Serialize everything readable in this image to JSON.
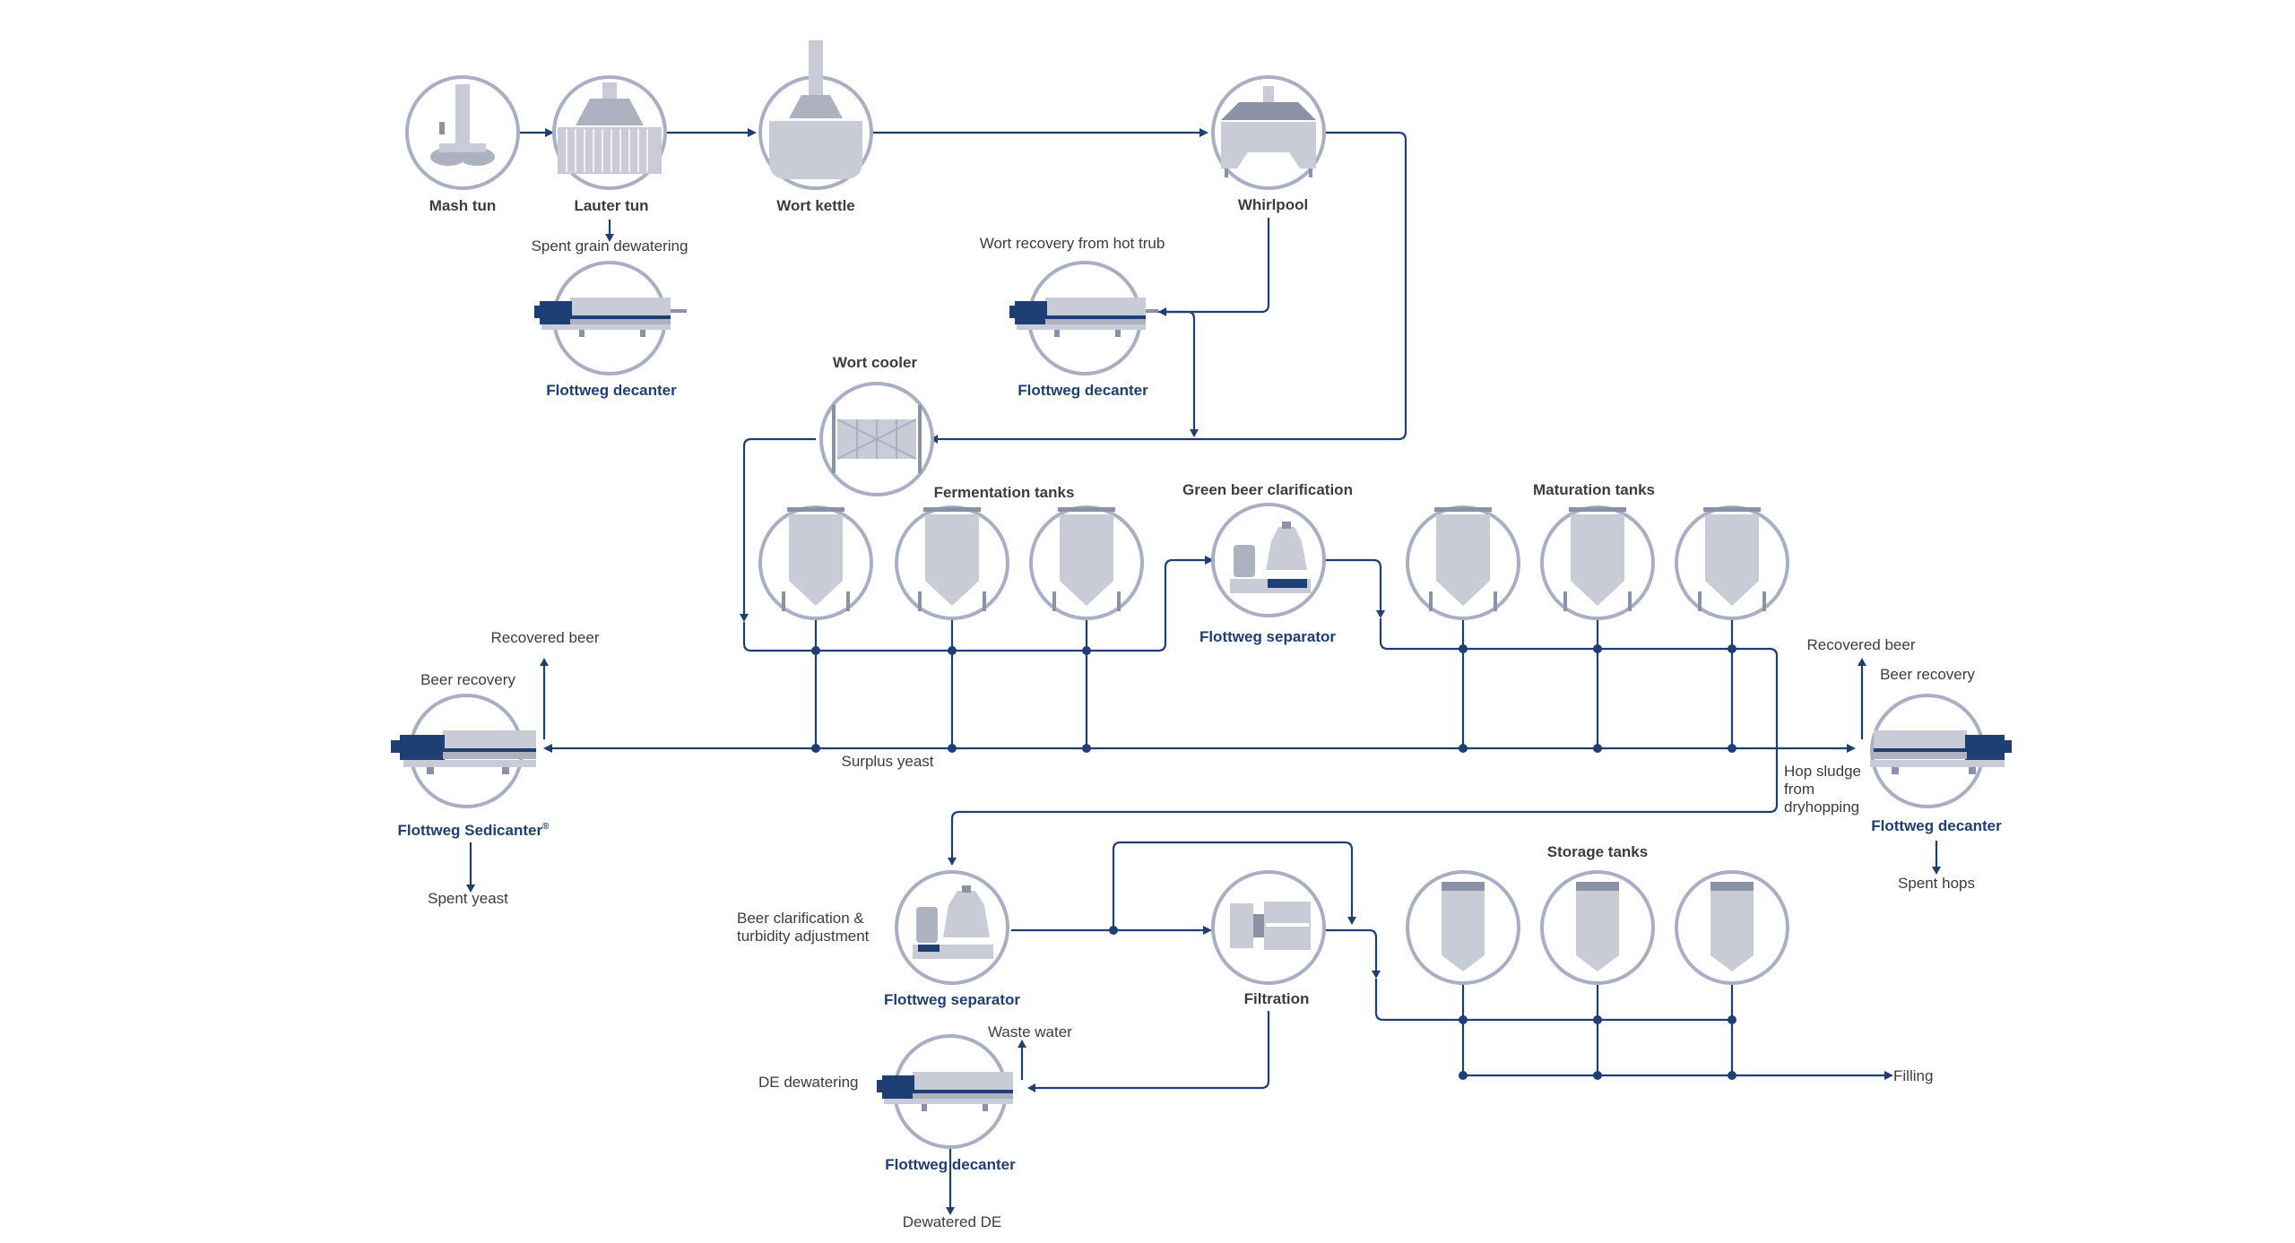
{
  "equipment": {
    "mash_tun": "Mash tun",
    "lauter_tun": "Lauter tun",
    "wort_kettle": "Wort kettle",
    "whirlpool": "Whirlpool",
    "wort_cooler": "Wort cooler",
    "fermentation_tanks": "Fermentation tanks",
    "green_beer_clarification": "Green beer clarification",
    "maturation_tanks": "Maturation tanks",
    "storage_tanks": "Storage tanks",
    "filtration": "Filtration"
  },
  "processes": {
    "spent_grain_dewatering": "Spent grain dewatering",
    "wort_recovery": "Wort recovery from hot trub",
    "recovered_beer_left": "Recovered beer",
    "beer_recovery_left": "Beer recovery",
    "surplus_yeast": "Surplus yeast",
    "spent_yeast": "Spent yeast",
    "recovered_beer_right": "Recovered beer",
    "beer_recovery_right": "Beer recovery",
    "hop_sludge_1": "Hop sludge",
    "hop_sludge_2": "from",
    "hop_sludge_3": "dryhopping",
    "spent_hops": "Spent hops",
    "beer_clarification_1": "Beer clarification &",
    "beer_clarification_2": "turbidity adjustment",
    "waste_water": "Waste water",
    "de_dewatering": "DE dewatering",
    "dewatered_de": "Dewatered DE",
    "filling": "Filling"
  },
  "machines": {
    "decanter_spent_grain": "Flottweg decanter",
    "decanter_wort": "Flottweg decanter",
    "separator_green": "Flottweg separator",
    "sedicanter": "Flottweg Sedicanter",
    "sedicanter_mark": "®",
    "decanter_hops": "Flottweg decanter",
    "separator_beer": "Flottweg separator",
    "decanter_de": "Flottweg decanter"
  },
  "colors": {
    "flow_line": "#1d3f73",
    "equipment_ring": "#a9afc2",
    "equipment_fill": "#c9ccd6",
    "machine_label": "#1d3f73"
  }
}
